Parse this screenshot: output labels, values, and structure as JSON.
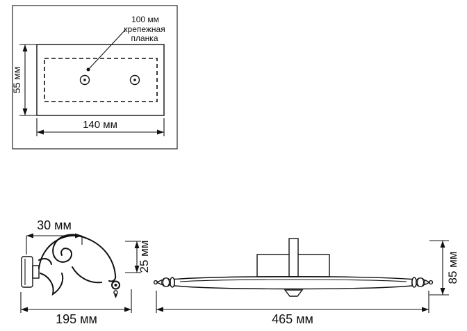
{
  "diagram": {
    "top_view": {
      "offset_label": "100 мм",
      "mount_caption_line1": "крепежная",
      "mount_caption_line2": "планка",
      "height_label": "55 мм",
      "width_label": "140 мм"
    },
    "side_view": {
      "depth_label": "30 мм",
      "drop_label": "25 мм",
      "length_label": "195 мм"
    },
    "front_view": {
      "length_label": "465 мм",
      "height_label": "85 мм"
    }
  }
}
